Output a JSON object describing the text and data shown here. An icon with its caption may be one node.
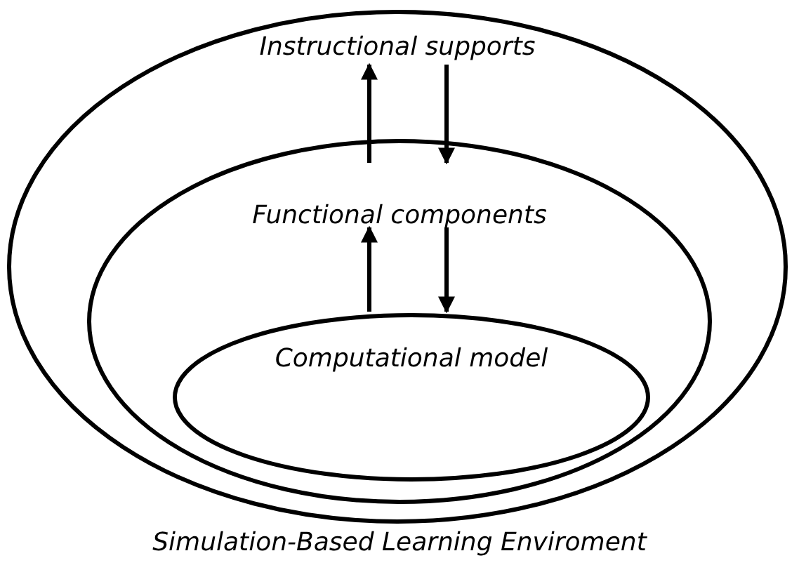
{
  "diagram": {
    "caption": "Simulation-Based Learning Enviroment",
    "nodes": [
      {
        "text": [
          "Instructional supports"
        ]
      },
      {
        "text": [
          "Functional components"
        ],
        "in": 0
      },
      {
        "text": [
          "Computational model"
        ],
        "in": 1
      }
    ],
    "edges": [
      {
        "from": 1,
        "to": 0,
        "arrow": "to"
      },
      {
        "from": 0,
        "to": 1,
        "arrow": "to"
      },
      {
        "from": 2,
        "to": 1,
        "arrow": "to"
      },
      {
        "from": 1,
        "to": 2,
        "arrow": "to"
      }
    ]
  }
}
